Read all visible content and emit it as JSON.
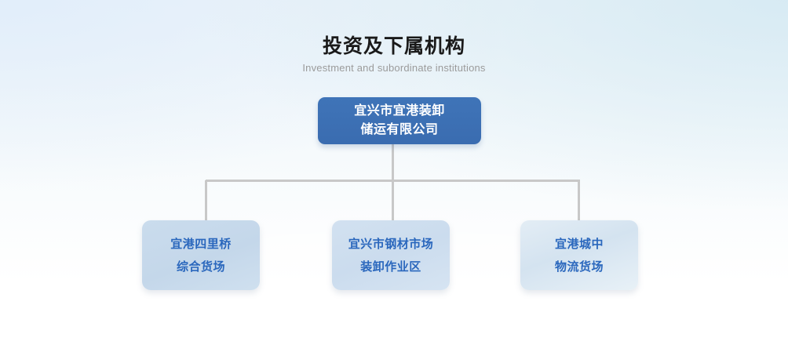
{
  "page": {
    "title_cn": "投资及下属机构",
    "title_en": "Investment and subordinate institutions"
  },
  "chart_data": {
    "type": "diagram",
    "diagram_type": "organization-chart",
    "title": "投资及下属机构",
    "subtitle": "Investment and subordinate institutions",
    "root": {
      "id": "root",
      "lines": [
        "宜兴市宜港装卸",
        "储运有限公司"
      ],
      "full_text": "宜兴市宜港装卸储运有限公司",
      "fill": "#3a6fb5",
      "text_color": "#ffffff"
    },
    "children": [
      {
        "id": "child-1",
        "lines": [
          "宜港四里桥",
          "综合货场"
        ],
        "full_text": "宜港四里桥综合货场",
        "fill": "#c5d8ed",
        "text_color": "#2a67bd"
      },
      {
        "id": "child-2",
        "lines": [
          "宜兴市钢材市场",
          "装卸作业区"
        ],
        "full_text": "宜兴市钢材市场装卸作业区",
        "fill": "#cedfef",
        "text_color": "#2a67bd"
      },
      {
        "id": "child-3",
        "lines": [
          "宜港城中",
          "物流货场"
        ],
        "full_text": "宜港城中物流货场",
        "fill": "#dce9f3",
        "text_color": "#2a67bd"
      }
    ],
    "connector_color": "#c8c8c8",
    "background": [
      "#edf4f9",
      "#ffffff"
    ]
  }
}
